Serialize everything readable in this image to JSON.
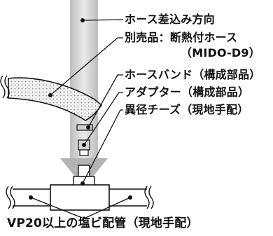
{
  "labels": {
    "insert_direction": "ホース差込み方向",
    "insulated_hose_line1": "別売品：断熱付ホース",
    "insulated_hose_line2": "（MIDO-D9）",
    "hose_band": "ホースバンド（構成部品）",
    "adapter": "アダプター（構成部品）",
    "reducer_tee": "異径チーズ（現地手配）",
    "pvc_pipe": "VP20以上の塩ビ配管（現地手配）"
  },
  "colors": {
    "arrow_gray": "#b9b9b9",
    "arrow_light": "#e6e6e6",
    "hose_dots": "#9a9a9a",
    "line": "#111111"
  }
}
